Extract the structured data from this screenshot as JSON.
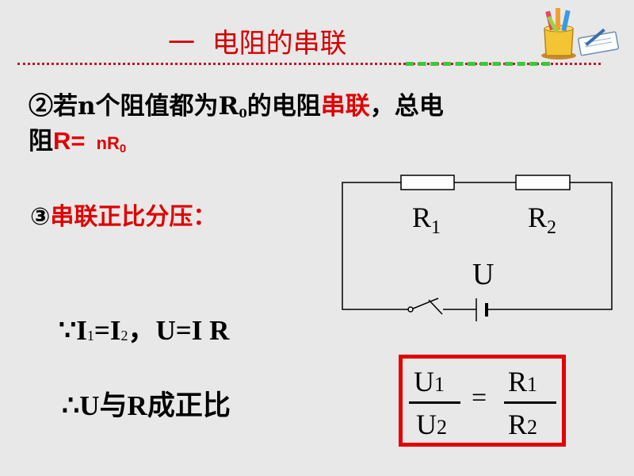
{
  "slide": {
    "title": "一  电阻的串联",
    "line1": {
      "prefix": "②若n个阻值都为R",
      "r0_sub": "0",
      "mid": "的电阻",
      "highlight": "串联",
      "suffix": "，总电"
    },
    "line2": {
      "prefix": "阻",
      "r_eq": "R=",
      "formula": "nR",
      "formula_sub": "0"
    },
    "line3": {
      "marker": "③",
      "text": "串联正比分压："
    },
    "line4": {
      "because": "∵",
      "i": "I",
      "i1_sub": "1",
      "eq": "=I",
      "i2_sub": "2",
      "ohm": "，U=I R"
    },
    "line5": {
      "therefore": "∴U与R成正比"
    }
  },
  "circuit": {
    "r1_label": "R",
    "r1_sub": "1",
    "r2_label": "R",
    "r2_sub": "2",
    "source_label": "U"
  },
  "formula_box": {
    "u1": "U",
    "u1_sub": "1",
    "u2": "U",
    "u2_sub": "2",
    "equals": "=",
    "r1": "R",
    "r1_sub": "1",
    "r2": "R",
    "r2_sub": "2"
  },
  "colors": {
    "background": "#e8e8e8",
    "title": "#d40000",
    "highlight": "#e00000",
    "box_border": "#e30000",
    "divider_green": "#3ec63e"
  },
  "icons": [
    "pencil-cup-icon",
    "notebook-icon"
  ]
}
